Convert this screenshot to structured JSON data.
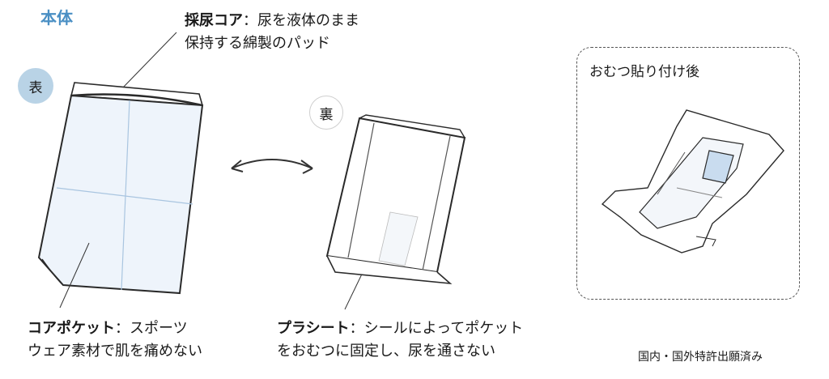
{
  "title": "本体",
  "badges": {
    "front": "表",
    "back": "裏"
  },
  "callouts": {
    "core": {
      "term": "採尿コア",
      "sep": "：",
      "line1": "尿を液体のまま",
      "line2": "保持する綿製のパッド"
    },
    "pocket": {
      "term": "コアポケット",
      "sep": "：",
      "line1": "スポーツ",
      "line2": "ウェア素材で肌を痛めない"
    },
    "sheet": {
      "term": "プラシート",
      "sep": "：",
      "line1": "シールによってポケット",
      "line2": "をおむつに固定し、尿を通さない"
    }
  },
  "after": {
    "title": "おむつ貼り付け後"
  },
  "footer": {
    "patent": "国内・国外特許出願済み"
  },
  "colors": {
    "accent": "#4a8fc4",
    "badge_fill": "#b9d3e6",
    "pad_fill": "#eef4fb"
  }
}
